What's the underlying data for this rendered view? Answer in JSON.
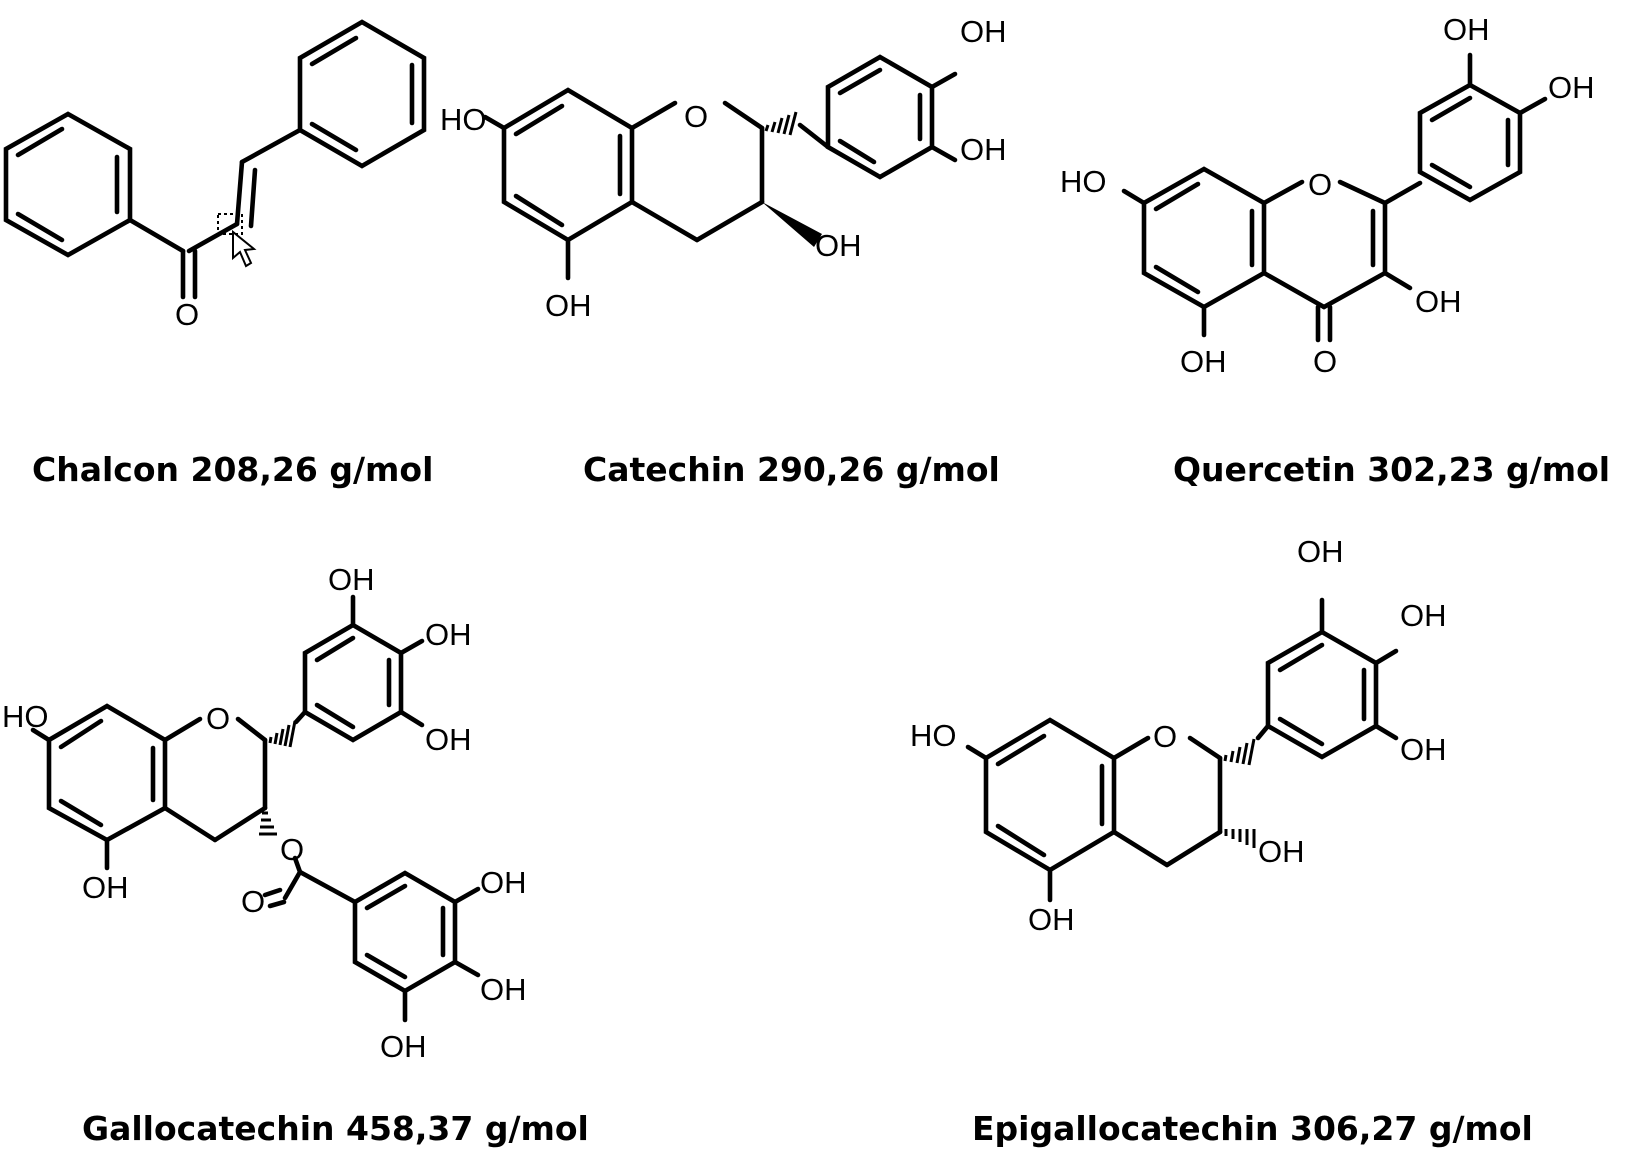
{
  "compounds": [
    {
      "name": "Chalcon",
      "mass": "208,26",
      "unit": "g/mol",
      "caption": "Chalcon 208,26 g/mol"
    },
    {
      "name": "Catechin",
      "mass": "290,26",
      "unit": "g/mol",
      "caption": "Catechin 290,26 g/mol"
    },
    {
      "name": "Quercetin",
      "mass": "302,23",
      "unit": "g/mol",
      "caption": "Quercetin 302,23 g/mol"
    },
    {
      "name": "Gallocatechin",
      "mass": "458,37",
      "unit": "g/mol",
      "caption": "Gallocatechin 458,37 g/mol"
    },
    {
      "name": "Epigallocatechin",
      "mass": "306,27",
      "unit": "g/mol",
      "caption": "Epigallocatechin 306,27 g/mol"
    }
  ],
  "atom_labels": {
    "hydroxyl": "OH",
    "hydroxyl_left": "HO",
    "oxygen": "O"
  }
}
